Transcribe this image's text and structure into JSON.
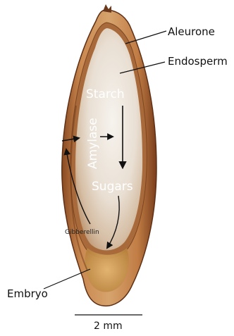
{
  "labels": {
    "aleurone": "Aleurone",
    "endosperm": "Endosperm",
    "starch": "Starch",
    "amylase": "Amylase",
    "sugars": "Sugars",
    "gibberellin": "Gibberellin",
    "embryo": "Embryo"
  },
  "scale_bar": {
    "label": "2 mm"
  }
}
